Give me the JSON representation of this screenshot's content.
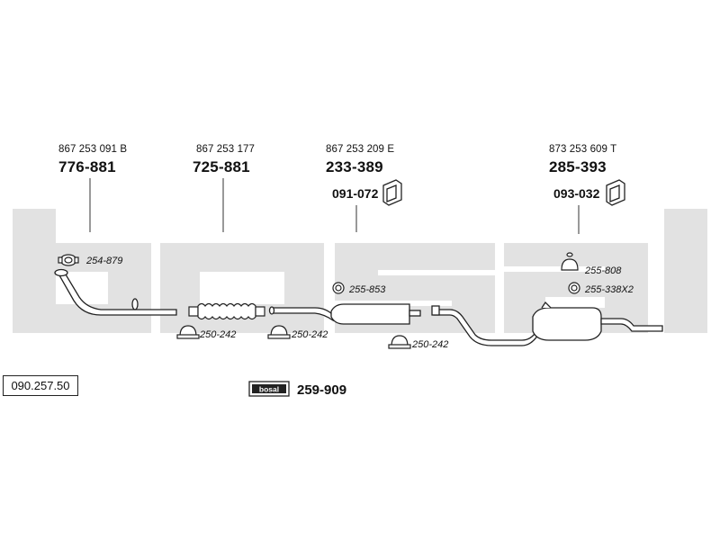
{
  "diagram_ref": "090.257.50",
  "watermark_brand": "bosal",
  "kit": {
    "label": "bosal",
    "number": "259-909"
  },
  "sections": [
    {
      "oe": "867 253 091 B",
      "part": "776-881"
    },
    {
      "oe": "867 253 177",
      "part": "725-881"
    },
    {
      "oe": "867 253 209 E",
      "part": "233-389",
      "mount": "091-072"
    },
    {
      "oe": "873 253 609 T",
      "part": "285-393",
      "mount": "093-032"
    }
  ],
  "accessories": [
    {
      "code": "254-879"
    },
    {
      "code": "250-242"
    },
    {
      "code": "250-242"
    },
    {
      "code": "255-853"
    },
    {
      "code": "250-242"
    },
    {
      "code": "255-808"
    },
    {
      "code": "255-338X2"
    }
  ],
  "colors": {
    "watermark": "#e2e2e2",
    "line": "#222222"
  }
}
